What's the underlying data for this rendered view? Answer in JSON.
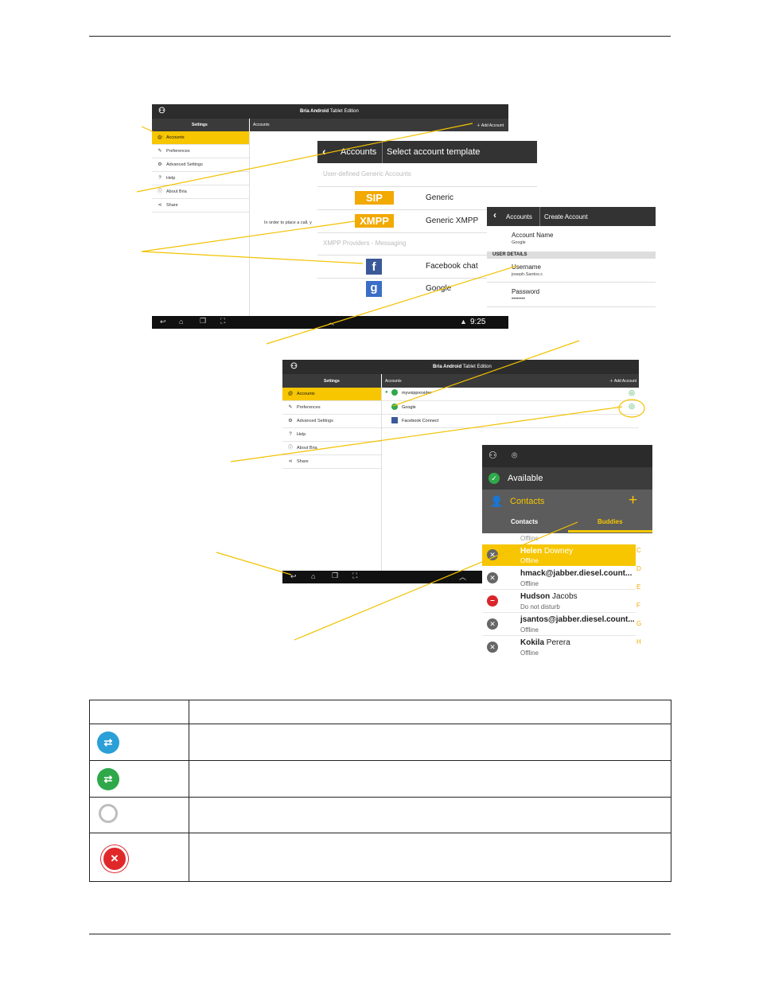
{
  "shot1": {
    "app_title_bold": "Bria Android",
    "app_title_rest": "Tablet Edition",
    "settings_header": "Settings",
    "accounts_header": "Accounts",
    "add_account": "Add Account",
    "menu": [
      {
        "label": "Accounts",
        "icon": "at-icon"
      },
      {
        "label": "Preferences",
        "icon": "wrench-icon"
      },
      {
        "label": "Advanced Settings",
        "icon": "gears-icon"
      },
      {
        "label": "Help",
        "icon": "help-icon"
      },
      {
        "label": "About Bria",
        "icon": "info-icon"
      },
      {
        "label": "Share",
        "icon": "share-icon"
      }
    ],
    "empty_message": "In order to place a call, y",
    "clock": "9:25"
  },
  "template": {
    "back_label": "Accounts",
    "title": "Select account template",
    "section1": "User-defined Generic Accounts",
    "section2": "XMPP Providers - Messaging",
    "items": [
      {
        "badge": "SIP",
        "label": "Generic"
      },
      {
        "badge": "XMPP",
        "label": "Generic XMPP"
      },
      {
        "badge": "f",
        "label": "Facebook chat"
      },
      {
        "badge": "g",
        "label": "Google"
      }
    ]
  },
  "create": {
    "back_label": "Accounts",
    "title": "Create Account",
    "account_name_label": "Account Name",
    "account_name_value": "Google",
    "section": "USER DETAILS",
    "username_label": "Username",
    "username_value": "joseph.Santos.c",
    "password_label": "Password",
    "password_value": "••••••••"
  },
  "shot2": {
    "app_title_bold": "Bria Android",
    "app_title_rest": "Tablet Edition",
    "settings_header": "Settings",
    "accounts_header": "Accounts",
    "add_account": "Add Account",
    "menu": [
      {
        "label": "Accounts"
      },
      {
        "label": "Preferences"
      },
      {
        "label": "Advanced Settings"
      },
      {
        "label": "Help"
      },
      {
        "label": "About Bria"
      },
      {
        "label": "Share"
      }
    ],
    "accounts": [
      {
        "name": "myvoipprovider"
      },
      {
        "name": "Google"
      },
      {
        "name": "Facebook Connect"
      }
    ]
  },
  "phone": {
    "status": "Available",
    "section": "Contacts",
    "tab_contacts": "Contacts",
    "tab_buddies": "Buddies",
    "partial_status": "Offline",
    "buddies": [
      {
        "first": "Helen",
        "last": "Downey",
        "status": "Offline",
        "index": "C",
        "state": "offline",
        "highlight": true
      },
      {
        "first": "hmack@jabber.diesel.count...",
        "last": "",
        "status": "Offline",
        "index": "D",
        "state": "offline",
        "highlight": false
      },
      {
        "first": "Hudson",
        "last": "Jacobs",
        "status": "Do not disturb",
        "index": "E",
        "state": "dnd",
        "highlight": false
      },
      {
        "first": "jsantos@jabber.diesel.count...",
        "last": "",
        "status": "Offline",
        "index": "F",
        "state": "offline",
        "highlight": false
      },
      {
        "first": "Kokila",
        "last": "Perera",
        "status": "Offline",
        "index": "G",
        "state": "offline",
        "highlight": false
      }
    ],
    "extra_index": "H"
  },
  "legend": {
    "rows": [
      {
        "icon": "blue-chat-icon",
        "color": "#2a9fd8"
      },
      {
        "icon": "green-chat-icon",
        "color": "#2fa84a"
      },
      {
        "icon": "grey-chat-icon",
        "color": "#bdbdbd"
      },
      {
        "icon": "red-chat-icon",
        "color": "#e0282b"
      }
    ]
  }
}
